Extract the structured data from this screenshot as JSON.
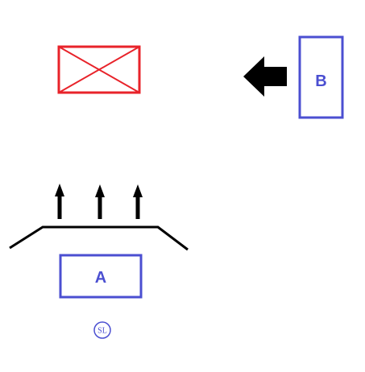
{
  "colors": {
    "box": "#4b4fd1",
    "cross_box": "#e8232a",
    "arrow": "#000000",
    "line": "#000000",
    "background": "#ffffff"
  },
  "box_a": {
    "label": "A"
  },
  "box_b": {
    "label": "B"
  },
  "badge": {
    "label": "SL"
  },
  "icons": {
    "cross_box": "crossed-rectangle-icon",
    "left_arrow": "left-arrow-icon",
    "up_arrows": "up-arrow-icon",
    "ridge": "trapezoid-line-icon"
  }
}
